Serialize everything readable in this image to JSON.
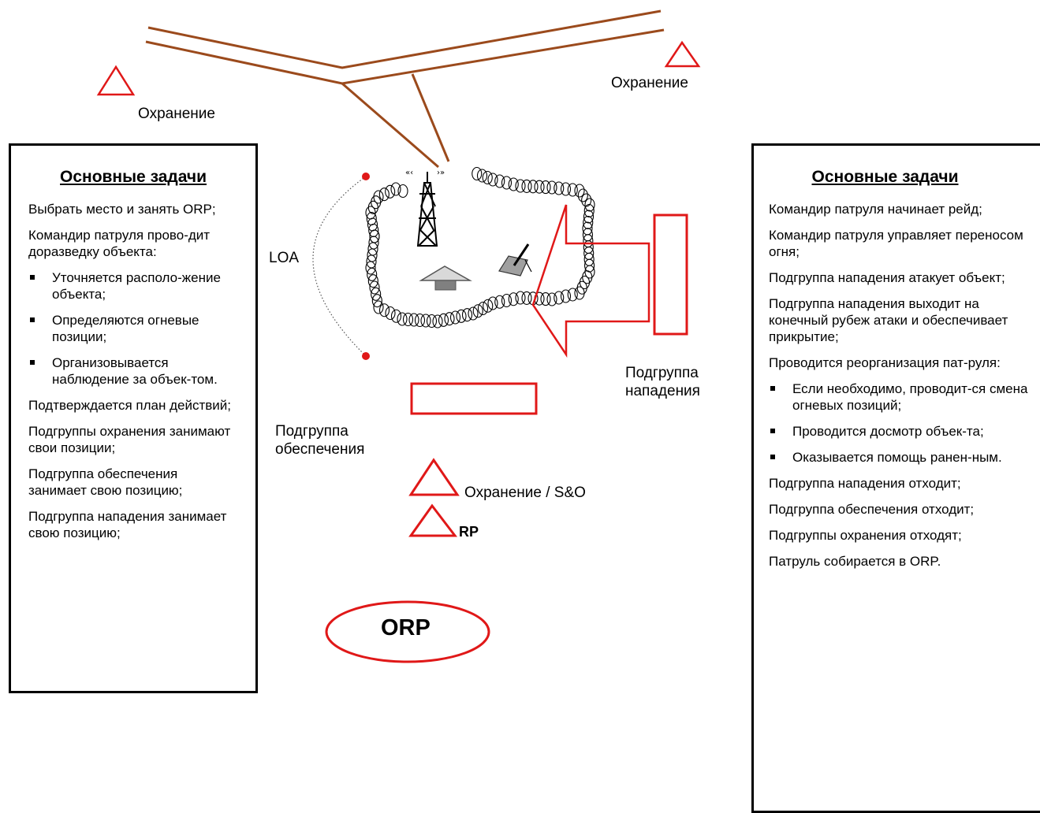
{
  "colors": {
    "road": "#9b4a1c",
    "marker": "#e01818",
    "text": "#000000"
  },
  "labels": {
    "guard_left": "Охранение",
    "guard_right": "Охранение",
    "loa": "LOA",
    "assault_group": [
      "Подгруппа",
      "нападения"
    ],
    "support_group": [
      "Подгруппа",
      "обеспечения"
    ],
    "guard_so": "Охранение / S&O",
    "rp": "RP",
    "orp": "ORP"
  },
  "icons": [
    "triangle-icon",
    "radio-tower-icon",
    "mortar-icon",
    "building-icon",
    "wire-obstacle-icon"
  ],
  "left_panel": {
    "title": "Основные задачи",
    "blocks": [
      {
        "type": "p",
        "text": "Выбрать место и занять ORP;"
      },
      {
        "type": "p",
        "text": "Командир патруля прово-дит доразведку объекта:"
      },
      {
        "type": "ul",
        "items": [
          "Уточняется располо-жение объекта;",
          "Определяются огневые позиции;",
          "Организовывается наблюдение за объек-том."
        ]
      },
      {
        "type": "p",
        "text": "Подтверждается план действий;"
      },
      {
        "type": "p",
        "text": "Подгруппы охранения занимают свои позиции;"
      },
      {
        "type": "p",
        "text": "Подгруппа обеспечения занимает свою позицию;"
      },
      {
        "type": "p",
        "text": "Подгруппа нападения занимает свою позицию;"
      }
    ]
  },
  "right_panel": {
    "title": "Основные задачи",
    "blocks": [
      {
        "type": "p",
        "text": "Командир патруля начинает рейд;"
      },
      {
        "type": "p",
        "text": "Командир патруля управляет переносом огня;"
      },
      {
        "type": "p",
        "text": "Подгруппа нападения атакует объект;"
      },
      {
        "type": "p",
        "text": "Подгруппа нападения выходит на конечный рубеж атаки и обеспечивает прикрытие;"
      },
      {
        "type": "p",
        "text": "Проводится реорганизация пат-руля:"
      },
      {
        "type": "ul",
        "items": [
          "Если необходимо, проводит-ся смена огневых позиций;",
          "Проводится досмотр объек-та;",
          "Оказывается помощь ранен-ным."
        ]
      },
      {
        "type": "p",
        "text": "Подгруппа нападения отходит;"
      },
      {
        "type": "p",
        "text": "Подгруппа обеспечения отходит;"
      },
      {
        "type": "p",
        "text": "Подгруппы охранения отходят;"
      },
      {
        "type": "p",
        "text": "Патруль собирается в ORP."
      }
    ]
  }
}
